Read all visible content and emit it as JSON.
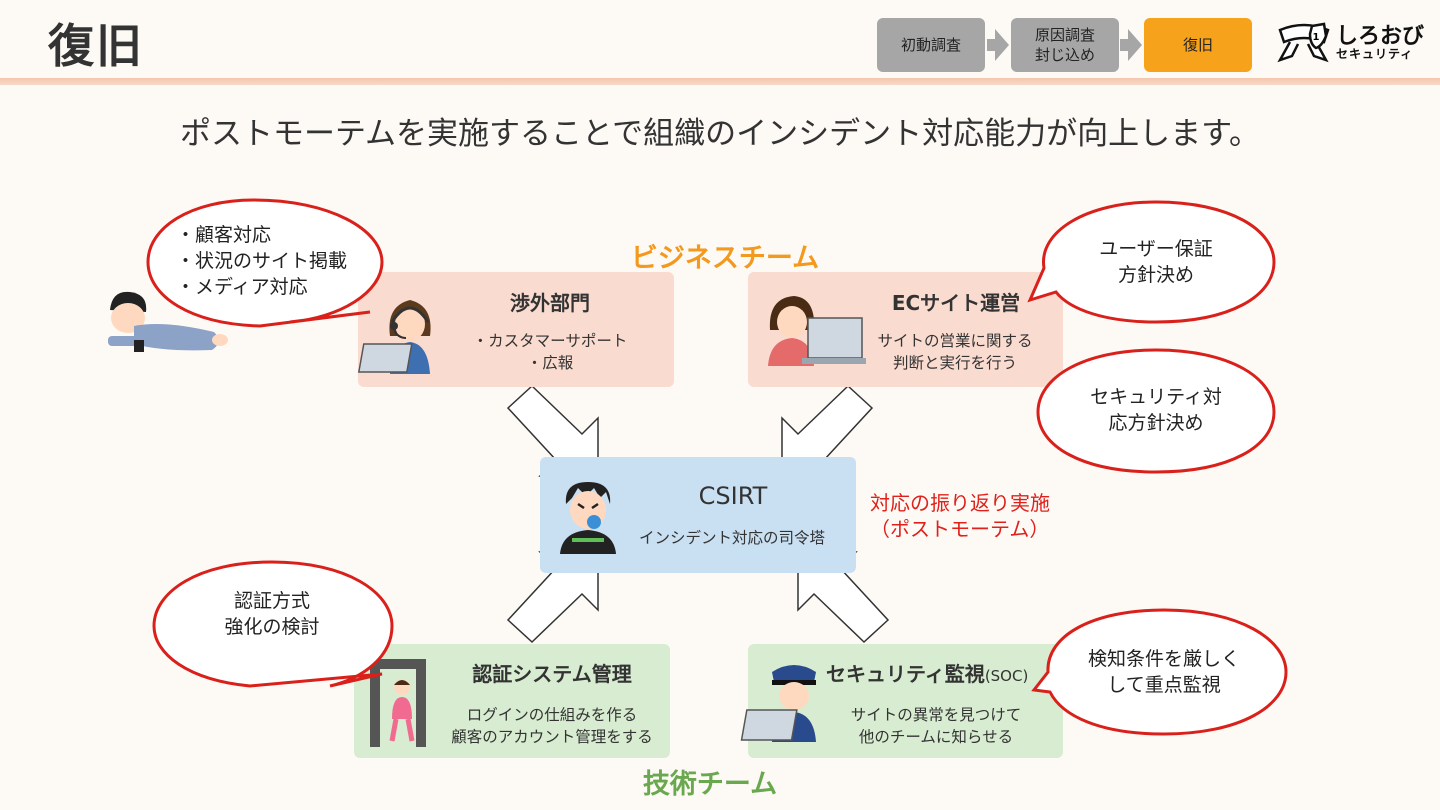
{
  "page_title": "復旧",
  "steps": [
    {
      "label": "初動調査",
      "state": "done"
    },
    {
      "label": "原因調査\n封じ込め",
      "state": "done"
    },
    {
      "label": "復旧",
      "state": "active"
    }
  ],
  "logo": {
    "text_main": "しろおび",
    "text_sub": "セキュリティ",
    "icon": "belt-shield-logo"
  },
  "subtitle": "ポストモーテムを実施することで組織のインシデント対応能力が向上します。",
  "teams": {
    "business": "ビジネスチーム",
    "tech": "技術チーム"
  },
  "boxes": {
    "external": {
      "title": "渉外部門",
      "desc": "・カスタマーサポート\n・広報",
      "icon": "headset-operator-icon"
    },
    "ec": {
      "title": "ECサイト運営",
      "desc": "サイトの営業に関する\n判断と実行を行う",
      "icon": "laptop-worker-icon"
    },
    "csirt": {
      "title": "CSIRT",
      "desc": "インシデント対応の司令塔",
      "icon": "commander-whistle-icon"
    },
    "auth": {
      "title": "認証システム管理",
      "desc": "ログインの仕組みを作る\n顧客のアカウント管理をする",
      "icon": "security-gate-icon"
    },
    "soc": {
      "title": "セキュリティ監視",
      "title_suffix": "(SOC)",
      "desc": "サイトの異常を見つけて\n他のチームに知らせる",
      "icon": "guard-laptop-icon"
    }
  },
  "bubbles": {
    "external": "・顧客対応\n・状況のサイト掲載\n・メディア対応",
    "ec_user": "ユーザー保証\n方針決め",
    "ec_security": "セキュリティ対\n応方針決め",
    "auth": "認証方式\n強化の検討",
    "soc": "検知条件を厳しく\nして重点監視"
  },
  "retrospective": "対応の振り返り実施\n（ポストモーテム）",
  "colors": {
    "accent_orange": "#f7a21b",
    "business_team": "#f39a1e",
    "tech_team": "#6aa84f",
    "bubble_border": "#d9201a",
    "retro_text": "#e0211b",
    "pink_box": "#fadbd0",
    "blue_box": "#c9dff2",
    "green_box": "#d7ecd0"
  }
}
